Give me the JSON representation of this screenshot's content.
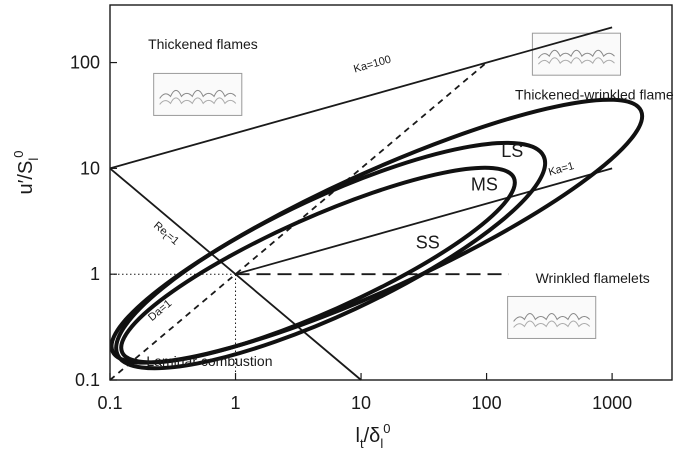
{
  "chart_data": {
    "type": "line",
    "title": "",
    "xlabel": "l_t/δ_l^0",
    "ylabel": "u′/S_l^0",
    "xscale": "log",
    "yscale": "log",
    "xlim": [
      0.1,
      3000
    ],
    "ylim": [
      0.1,
      350
    ],
    "grid": false,
    "x_ticks": [
      "0.1",
      "1",
      "10",
      "100",
      "1000"
    ],
    "y_ticks": [
      "0.1",
      "1",
      "10",
      "100"
    ],
    "lines": [
      {
        "name": "Ka=100",
        "label": "Ka=100",
        "style": "solid",
        "points": [
          [
            0.1,
            10
          ],
          [
            1000,
            215
          ]
        ],
        "label_at": [
          12.5,
          90
        ]
      },
      {
        "name": "Ka=1",
        "label": "Ka=1",
        "style": "solid",
        "points": [
          [
            1,
            1
          ],
          [
            1000,
            10
          ]
        ],
        "label_at": [
          400,
          9.2
        ]
      },
      {
        "name": "Re_t=1",
        "label": "Re",
        "label_sub": "t",
        "label_tail": "=1",
        "style": "solid",
        "points": [
          [
            0.1,
            10
          ],
          [
            10,
            0.1
          ]
        ],
        "label_at": [
          0.27,
          2.3
        ]
      },
      {
        "name": "Da=1",
        "label": "Da=1",
        "style": "dashed",
        "points": [
          [
            0.1,
            0.1
          ],
          [
            100,
            100
          ]
        ],
        "label_at": [
          0.26,
          0.43
        ]
      },
      {
        "name": "Wrinkled flamelets boundary",
        "label": "",
        "style": "dashed-long",
        "points": [
          [
            1,
            1
          ],
          [
            150,
            1
          ]
        ]
      },
      {
        "name": "guide-h",
        "label": "",
        "style": "dotted",
        "points": [
          [
            0.1,
            1
          ],
          [
            1,
            1
          ]
        ]
      },
      {
        "name": "guide-v",
        "label": "",
        "style": "dotted",
        "points": [
          [
            1,
            0.1
          ],
          [
            1,
            1
          ]
        ]
      }
    ],
    "ellipses": [
      {
        "name": "LS",
        "label": "LS",
        "x_range": [
          0.105,
          1700
        ],
        "center_y": 2.55,
        "tilt_deg": 24.5,
        "minor_frac": 0.2,
        "label_at": [
          160,
          12.8
        ]
      },
      {
        "name": "MS",
        "label": "MS",
        "x_range": [
          0.115,
          285
        ],
        "center_y": 1.5,
        "tilt_deg": 25,
        "minor_frac": 0.25,
        "label_at": [
          96,
          6.2
        ]
      },
      {
        "name": "SS",
        "label": "SS",
        "x_range": [
          0.125,
          165
        ],
        "center_y": 1.22,
        "tilt_deg": 24,
        "minor_frac": 0.22,
        "label_at": [
          34,
          1.75
        ]
      }
    ],
    "annotations": [
      {
        "text": "Thickened flames",
        "at": [
          0.55,
          135
        ]
      },
      {
        "text": "Thickened-wrinkled flames",
        "at": [
          770,
          45
        ]
      },
      {
        "text": "Wrinkled flamelets",
        "at": [
          700,
          0.83
        ]
      },
      {
        "text": "Laminar combustion",
        "at": [
          0.62,
          0.135
        ]
      }
    ],
    "insets": [
      {
        "name": "thickened-flames-inset",
        "at": [
          0.5,
          50
        ]
      },
      {
        "name": "thickened-wrinkled-inset",
        "at": [
          520,
          120
        ]
      },
      {
        "name": "wrinkled-flamelets-inset",
        "at": [
          330,
          0.39
        ]
      }
    ]
  }
}
